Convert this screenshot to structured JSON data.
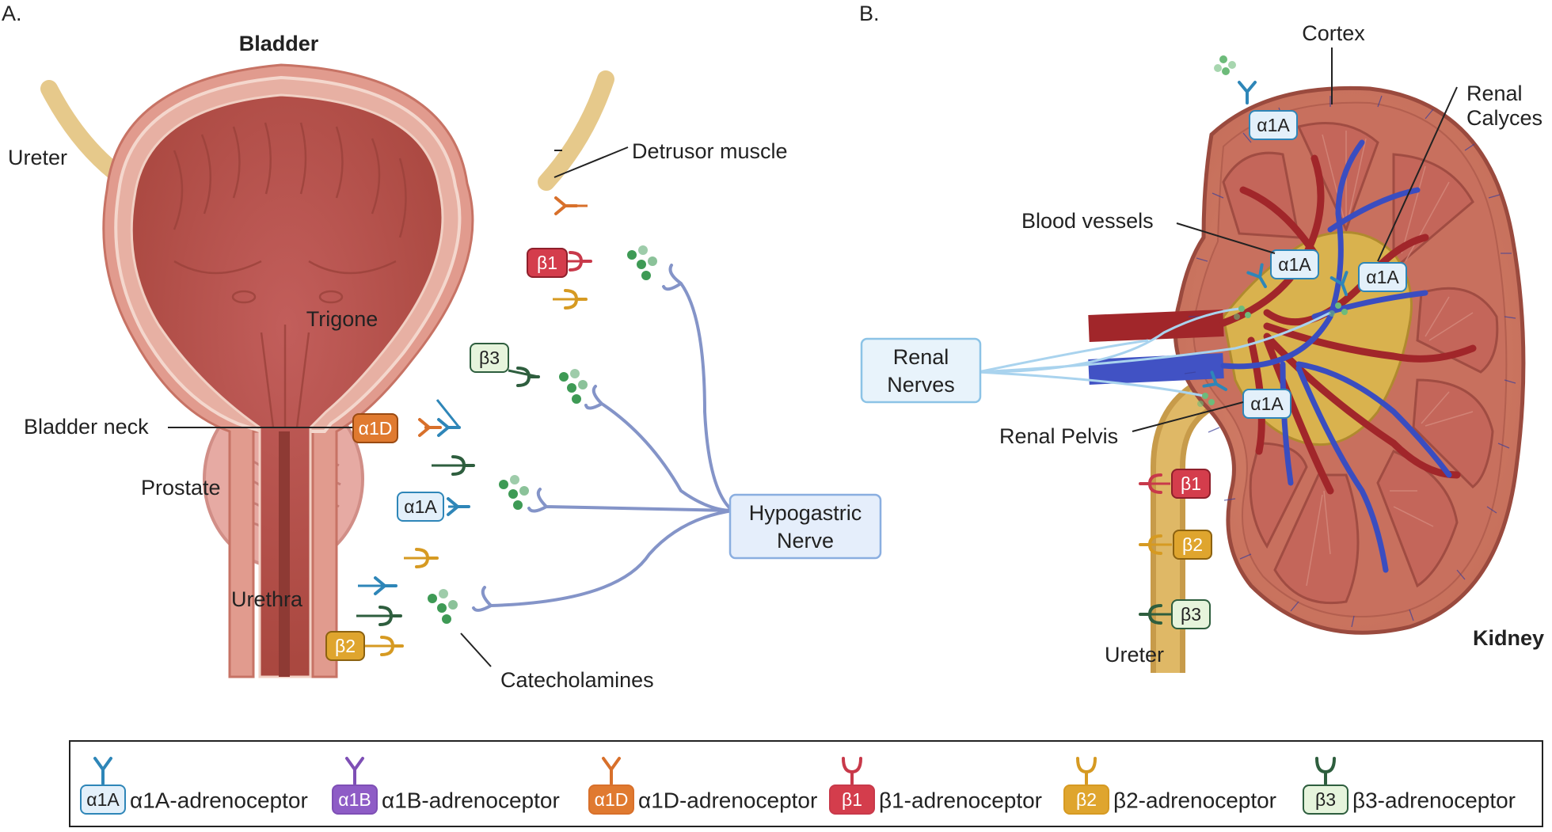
{
  "panel_a": {
    "letter": "A.",
    "title": "Bladder",
    "labels": {
      "ureter": "Ureter",
      "detrusor": "Detrusor muscle",
      "trigone": "Trigone",
      "bladder_neck": "Bladder neck",
      "prostate": "Prostate",
      "urethra": "Urethra",
      "catecholamines": "Catecholamines",
      "nerve": [
        "Hypogastric",
        "Nerve"
      ]
    },
    "badges": {
      "b1": "β1",
      "b3": "β3",
      "a1d": "α1D",
      "a1a": "α1A",
      "b2": "β2"
    }
  },
  "panel_b": {
    "letter": "B.",
    "title": "Kidney",
    "labels": {
      "cortex": "Cortex",
      "calyces": [
        "Renal",
        "Calyces"
      ],
      "blood_vessels": "Blood vessels",
      "renal_pelvis": "Renal Pelvis",
      "ureter": "Ureter",
      "nerve": [
        "Renal",
        "Nerves"
      ]
    },
    "badges": {
      "a1a_top": "α1A",
      "a1a_left": "α1A",
      "a1a_right": "α1A",
      "a1a_pelvis": "α1A",
      "b1": "β1",
      "b2": "β2",
      "b3": "β3"
    }
  },
  "legend": {
    "items": [
      {
        "badge": "α1A",
        "label": "α1A-adrenoceptor",
        "color": "#2e86b8",
        "fill": "#e3f0fa"
      },
      {
        "badge": "α1B",
        "label": "α1B-adrenoceptor",
        "color": "#7e4fb5",
        "fill": "#8e5cc6"
      },
      {
        "badge": "α1D",
        "label": "α1D-adrenoceptor",
        "color": "#d8702b",
        "fill": "#e07a30"
      },
      {
        "badge": "β1",
        "label": "β1-adrenoceptor",
        "color": "#c8394a",
        "fill": "#d43d4c"
      },
      {
        "badge": "β2",
        "label": "β2-adrenoceptor",
        "color": "#d69a22",
        "fill": "#dfa52e"
      },
      {
        "badge": "β3",
        "label": "β3-adrenoceptor",
        "color": "#2e5e3e",
        "fill": "#e6f4dc"
      }
    ]
  },
  "colors": {
    "a1a": "#2e86b8",
    "a1b": "#7e4fb5",
    "a1d": "#d8702b",
    "b1": "#c8394a",
    "b2": "#d69a22",
    "b3": "#2e5e3e",
    "nerve": "#8494c8",
    "renal_nerve": "#a9d3ee",
    "tissue": "#b85a55",
    "tissue_dark": "#9a3f3c",
    "catecholamine": "#3e9a55"
  }
}
